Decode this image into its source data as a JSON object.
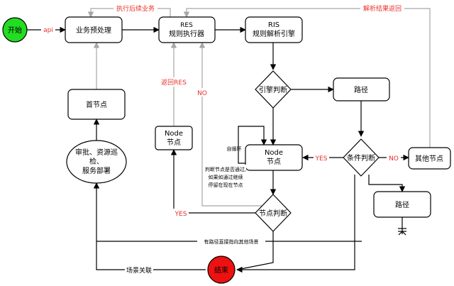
{
  "nodes": {
    "start": "开始",
    "end": "结束",
    "preprocess": "业务预处理",
    "res_line1": "RES",
    "res_line2": "规则执行器",
    "ris_line1": "RIS",
    "ris_line2": "规则解析引擎",
    "engine_judge": "引擎判断",
    "path_top": "路径",
    "first_node": "首节点",
    "node_left_line1": "Node",
    "node_left_line2": "节点",
    "node_center_line1": "Node",
    "node_center_line2": "节点",
    "condition_judge": "条件判断",
    "other_node": "其他节点",
    "path_bottom": "路径",
    "approve_line1": "审批、资源巡",
    "approve_line2": "检、",
    "approve_line3": "服务部署",
    "node_judge": "节点判断"
  },
  "labels": {
    "api": "api",
    "continue_business": "执行后续业务",
    "parse_return": "解析结果返回",
    "return_res": "返回RES",
    "no_left": "NO",
    "self_loop": "自循环",
    "yes_condition": "YES",
    "no_condition": "NO",
    "yes_node": "YES",
    "judge_note_1": "判断节点是否通过,",
    "judge_note_2": "如果如通过继续",
    "judge_note_3": "停留在现在节点",
    "path_to_scene": "有路径直接指向其他场景",
    "scene_link": "场景关联"
  },
  "colors": {
    "start_fill": "#22dd22",
    "end_fill": "#ee1111",
    "red_text": "#e8302a",
    "gray_line": "#a6a6a6",
    "black_line": "#000000"
  }
}
